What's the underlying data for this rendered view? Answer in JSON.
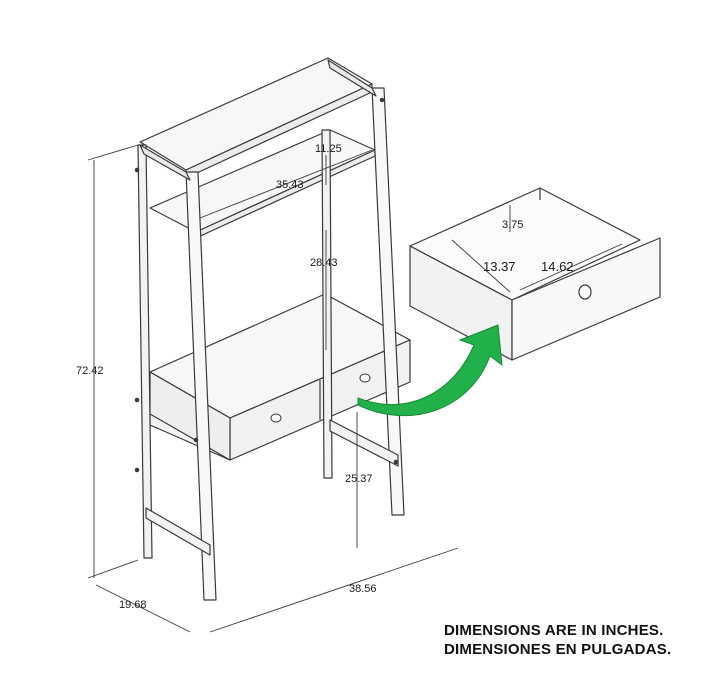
{
  "dimensions": {
    "overall_height": "72.42",
    "depth": "19.68",
    "width": "38.56",
    "top_shelf_depth": "11.25",
    "top_shelf_width": "35.43",
    "shelf_to_desk_height": "28.43",
    "desk_height": "25.37",
    "drawer_height": "3.75",
    "drawer_width": "13.37",
    "drawer_depth": "14.62"
  },
  "note": {
    "line_en": "DIMENSIONS ARE IN INCHES.",
    "line_es": "DIMENSIONES EN PULGADAS."
  },
  "colors": {
    "line": "#3a3a3a",
    "panel": "#f4f4f4",
    "arrow": "#22b04b"
  }
}
